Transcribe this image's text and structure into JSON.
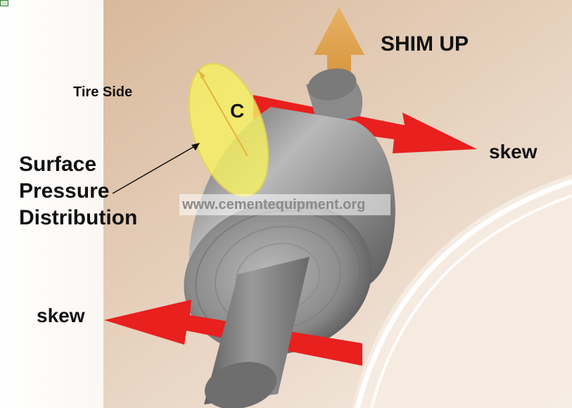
{
  "labels": {
    "shim": "SHIM UP",
    "skew_right": "skew",
    "skew_left": "skew",
    "tire_side": "Tire Side",
    "c": "C",
    "surface_lines": [
      "Surface",
      "Pressure",
      "Distribution"
    ]
  },
  "watermark": "www.cementequipment.org",
  "colors": {
    "arrow_red": "#e8201e",
    "arrow_orange": "#e2a043",
    "ellipse_yellow": "#f6f163",
    "panel_tan": "#dcc0a6",
    "steel": "#a9a9a9"
  }
}
